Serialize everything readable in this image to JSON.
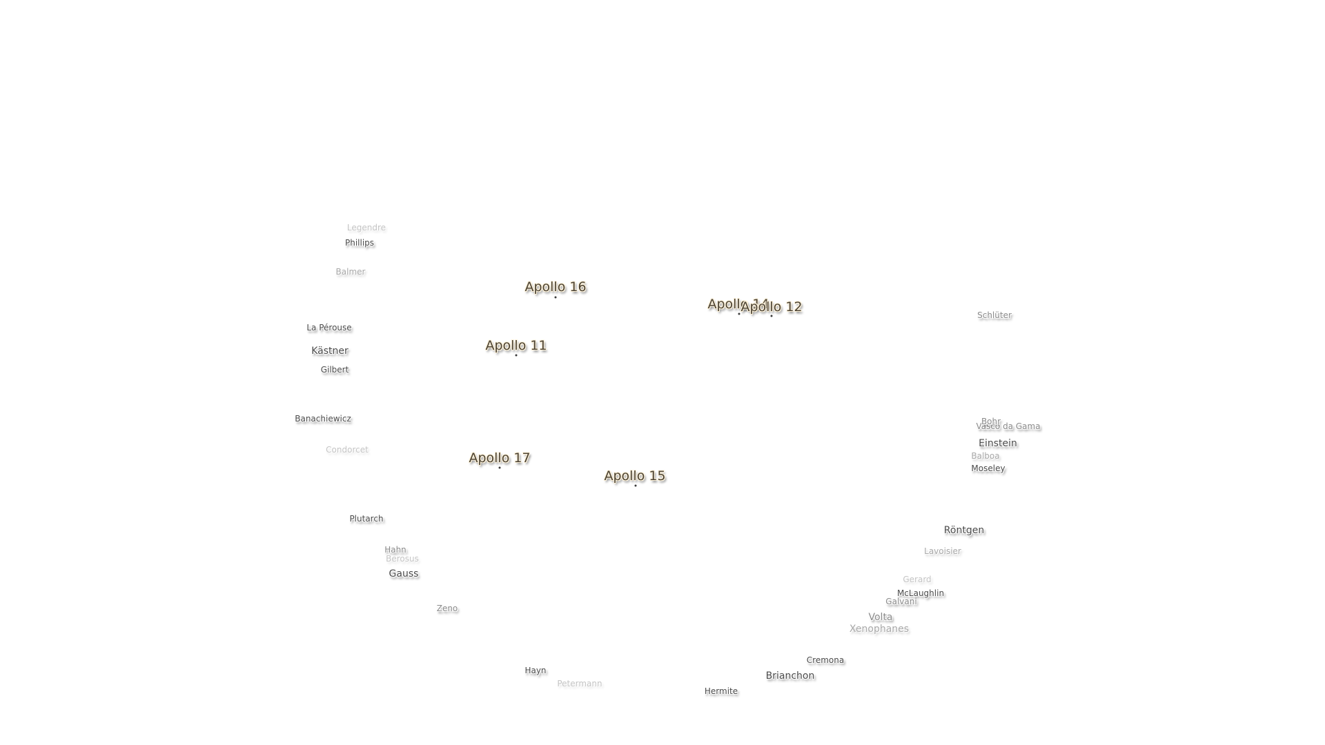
{
  "map": {
    "landing_sites": [
      {
        "id": "apollo-16",
        "name": "Apollo 16"
      },
      {
        "id": "apollo-14",
        "name": "Apollo 14"
      },
      {
        "id": "apollo-12",
        "name": "Apollo 12"
      },
      {
        "id": "apollo-11",
        "name": "Apollo 11"
      },
      {
        "id": "apollo-17",
        "name": "Apollo 17"
      },
      {
        "id": "apollo-15",
        "name": "Apollo 15"
      }
    ],
    "craters": [
      "Legendre",
      "Phillips",
      "Balmer",
      "La Pérouse",
      "Kästner",
      "Gilbert",
      "Banachiewicz",
      "Condorcet",
      "Plutarch",
      "Hahn",
      "Berosus",
      "Gauss",
      "Zeno",
      "Hayn",
      "Petermann",
      "Hermite",
      "Brianchon",
      "Cremona",
      "Xenophanes",
      "Volta",
      "Galvani",
      "McLaughlin",
      "Gerard",
      "Lavoisier",
      "Röntgen",
      "Moseley",
      "Balboa",
      "Einstein",
      "Vasco da Gama",
      "Bohr",
      "Schlüter"
    ]
  }
}
